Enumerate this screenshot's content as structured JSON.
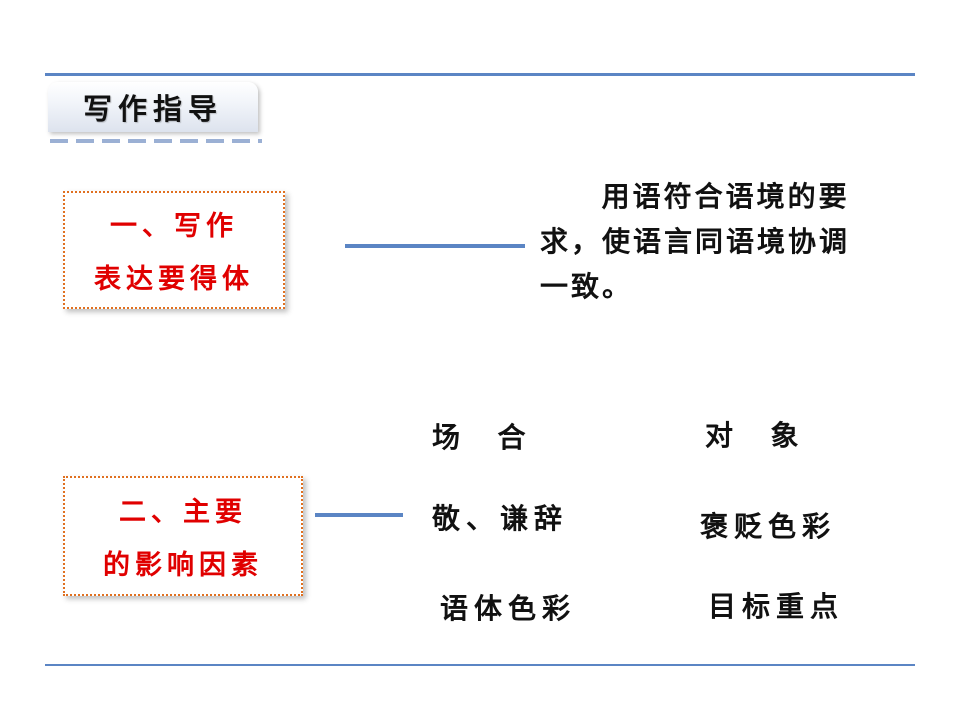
{
  "heading": {
    "title": "写作指导"
  },
  "section1": {
    "line1": "一、写作",
    "line2": "表达要得体",
    "definition": "用语符合语境的要求，使语言同语境协调一致。"
  },
  "section2": {
    "line1": "二、主要",
    "line2": "的影响因素",
    "factors": [
      "场  合",
      "对  象",
      "敬、谦辞",
      "褒贬色彩",
      "语体色彩",
      "目标重点"
    ]
  },
  "colors": {
    "rule": "#5b85c4",
    "box_border": "#e07020",
    "box_text": "#e00000",
    "body_text": "#111111"
  }
}
